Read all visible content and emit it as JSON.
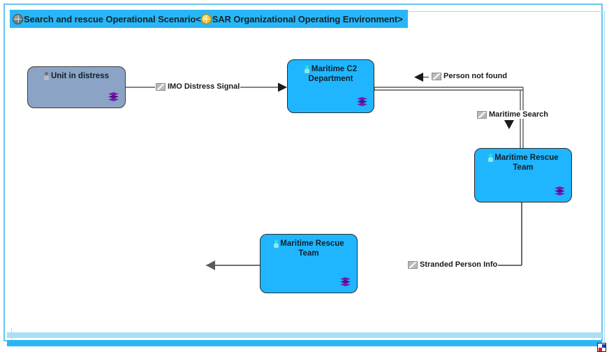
{
  "window": {
    "title_prefix": "Search and rescue Operational Scenario<",
    "title_suffix": "SAR Organizational Operating Environment>",
    "title_full": "Search and rescue Operational Scenario<SAR Organizational Operating Environment>",
    "titlebar_icon_1": "globe-icon-dark",
    "titlebar_icon_2": "globe-icon-gold",
    "resize_handle_icon": "resize-corner-icon",
    "accent_color": "#29b6f6",
    "frame_color": "#63c6f0"
  },
  "diagram": {
    "type": "operational-scenario-flow",
    "nodes": [
      {
        "id": "unit-in-distress",
        "label": "Unit in distress",
        "fill": "#8ba3c4",
        "person_icon": "person-icon-grey",
        "stack_icon": "layers-icon-purple"
      },
      {
        "id": "maritime-c2-department",
        "label_line1": "Maritime C2",
        "label_line2": "Department",
        "fill": "#1fb6ff",
        "person_icon": "person-icon-teal",
        "stack_icon": "layers-icon-purple"
      },
      {
        "id": "maritime-rescue-team-right",
        "label_line1": "Maritime Rescue",
        "label_line2": "Team",
        "fill": "#1fb6ff",
        "person_icon": "person-icon-teal",
        "stack_icon": "layers-icon-purple"
      },
      {
        "id": "maritime-rescue-team-bottom",
        "label_line1": "Maritime Rescue",
        "label_line2": "Team",
        "fill": "#1fb6ff",
        "person_icon": "person-icon-teal",
        "stack_icon": "layers-icon-purple"
      }
    ],
    "flows": [
      {
        "id": "imo-distress-signal",
        "label": "IMO Distress Signal",
        "icon": "message-icon",
        "from": "unit-in-distress",
        "to": "maritime-c2-department",
        "direction": "right"
      },
      {
        "id": "person-not-found",
        "label": "Person not found",
        "icon": "message-icon",
        "from": "maritime-rescue-team-right",
        "to": "maritime-c2-department",
        "direction": "left"
      },
      {
        "id": "maritime-search",
        "label": "Maritime Search",
        "icon": "message-icon",
        "from": "maritime-c2-department",
        "to": "maritime-rescue-team-right",
        "direction": "down"
      },
      {
        "id": "stranded-person-info",
        "label": "Stranded Person Info",
        "icon": "message-icon",
        "from": "maritime-rescue-team-right",
        "to": "maritime-rescue-team-bottom",
        "direction": "left"
      }
    ]
  }
}
